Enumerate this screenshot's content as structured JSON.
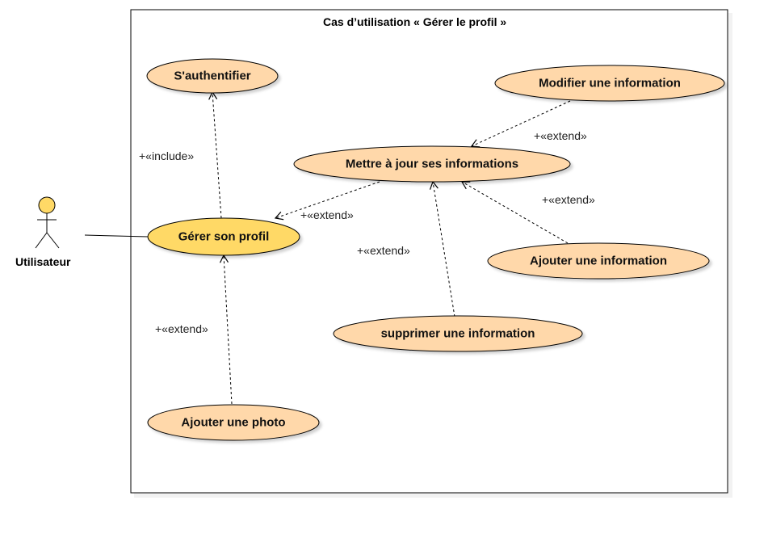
{
  "system": {
    "title": "Cas d’utilisation « Gérer le profil »"
  },
  "actor": {
    "name": "Utilisateur"
  },
  "use_cases": {
    "authentifier": "S'authentifier",
    "gerer_profil": "Gérer son profil",
    "mettre_a_jour": "Mettre à jour ses informations",
    "modifier": "Modifier une information",
    "ajouter_info": "Ajouter une information",
    "supprimer": "supprimer une information",
    "ajouter_photo": "Ajouter une photo"
  },
  "relations": {
    "include": "+«include»",
    "extend": "+«extend»"
  },
  "colors": {
    "use_case_fill": "#FFD8AA",
    "primary_use_case_fill": "#FFD966",
    "stroke": "#000000",
    "actor_fill": "#FFD966"
  }
}
